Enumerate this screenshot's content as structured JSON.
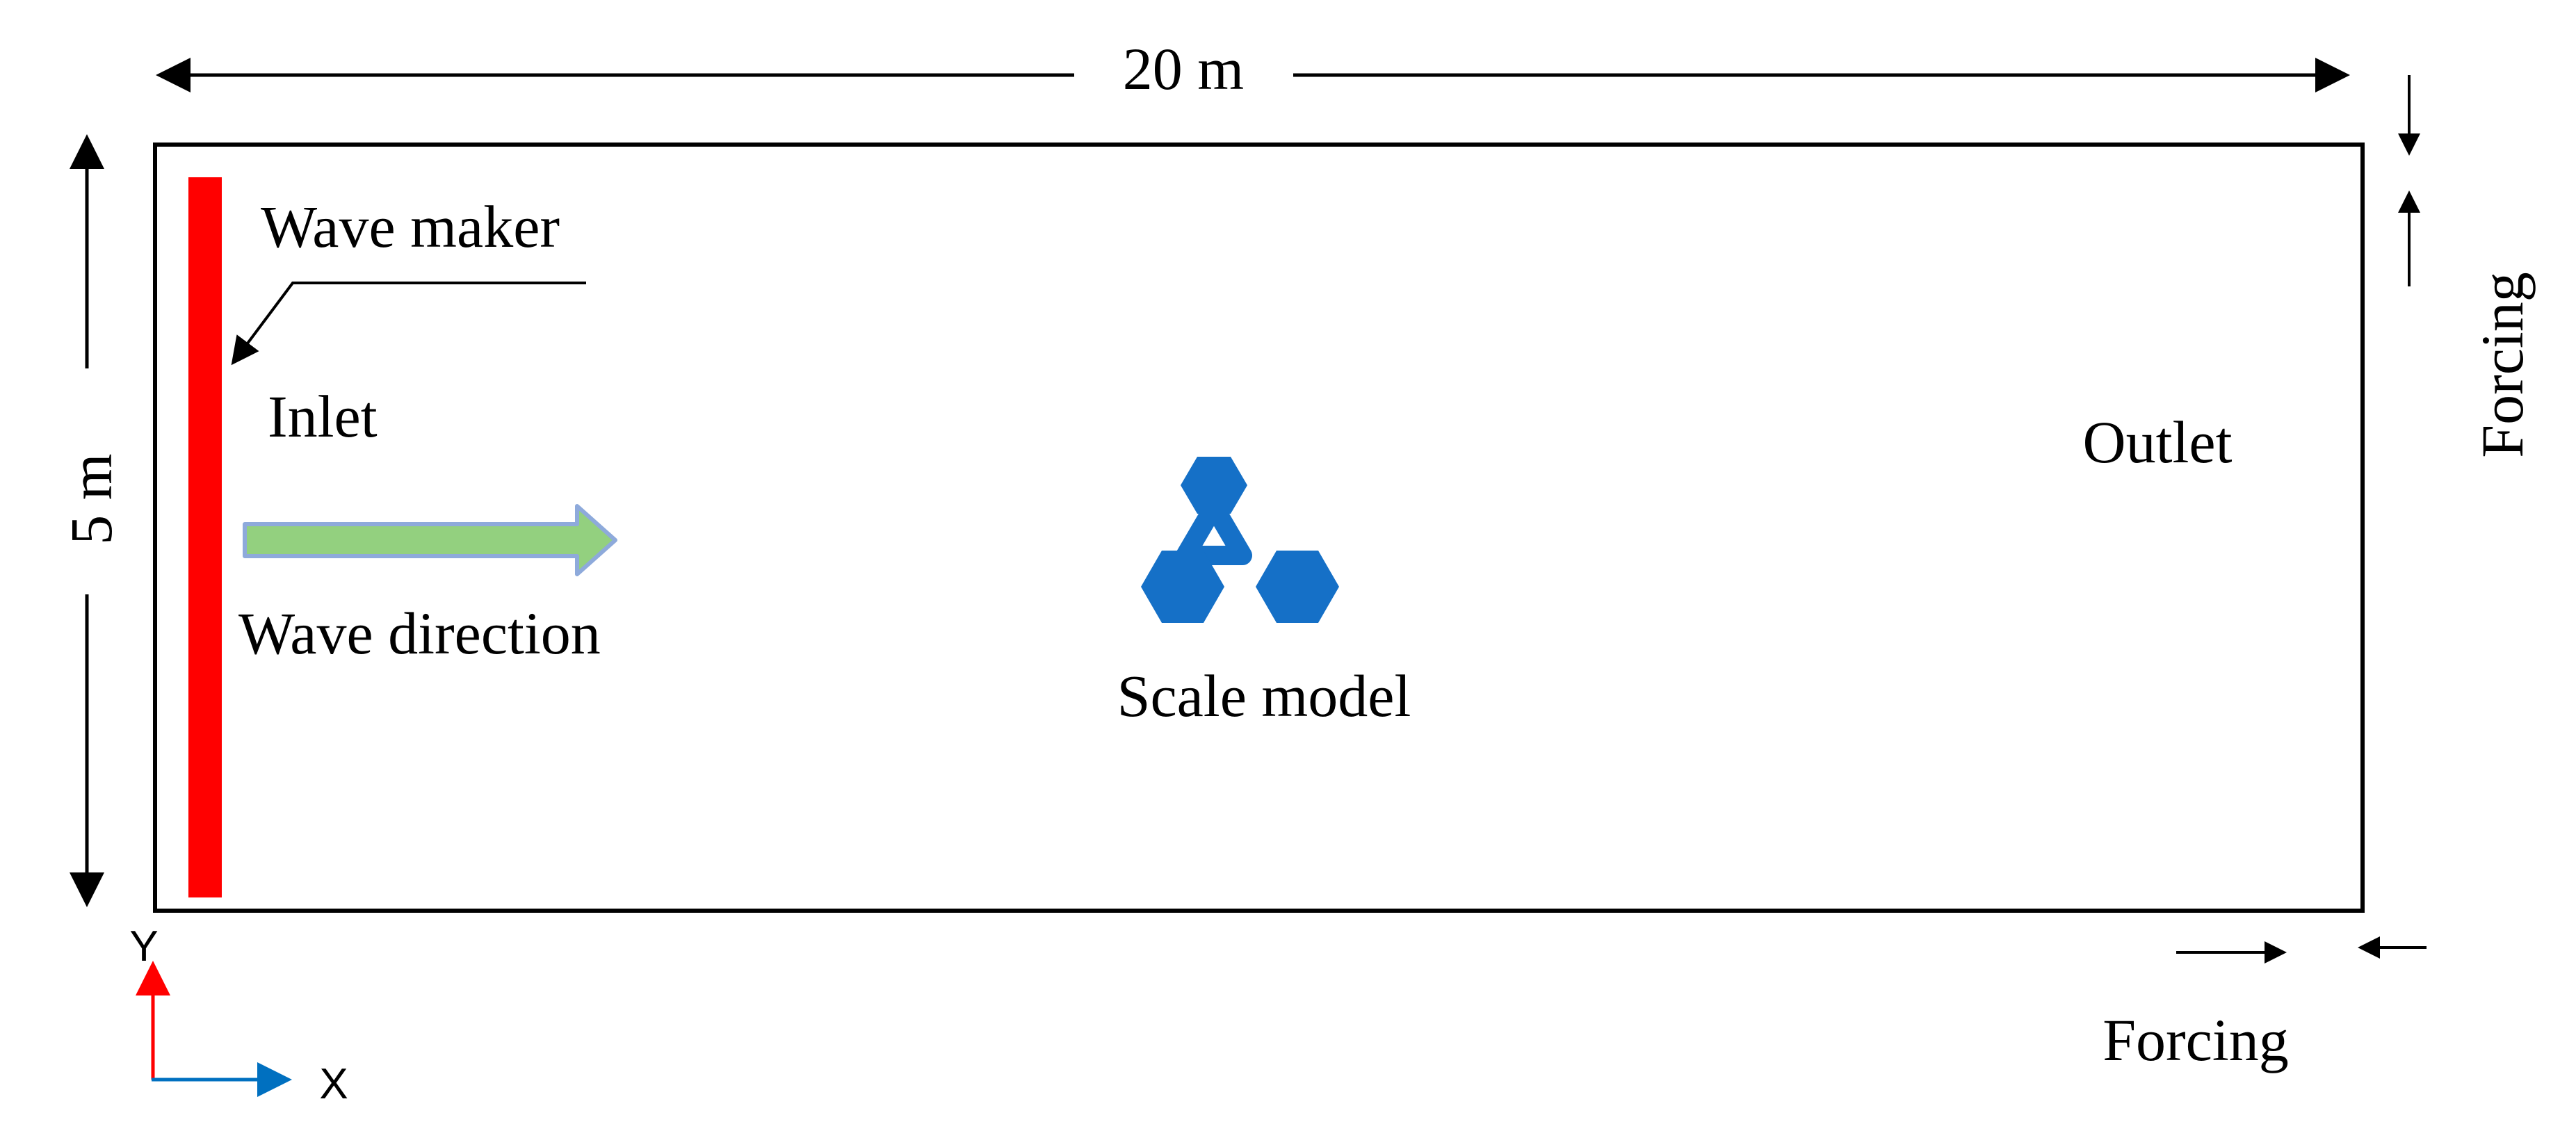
{
  "labels": {
    "width": "20 m",
    "height": "5 m",
    "wave_maker": "Wave maker",
    "inlet": "Inlet",
    "wave_direction": "Wave direction",
    "scale_model": "Scale model",
    "outlet": "Outlet",
    "forcing_right": "Forcing",
    "forcing_bottom": "Forcing",
    "axis_y": "Y",
    "axis_x": "X"
  },
  "colors": {
    "wave_maker": "#ff0000",
    "wave_arrow_fill": "#93d07f",
    "wave_arrow_stroke": "#8eaadb",
    "scale_model": "#1570c7",
    "axis_y": "#ff0000",
    "axis_x": "#0070c0",
    "outline": "#000000"
  },
  "icons": {
    "scale_model": "triangular-three-hexagon-model-icon"
  }
}
